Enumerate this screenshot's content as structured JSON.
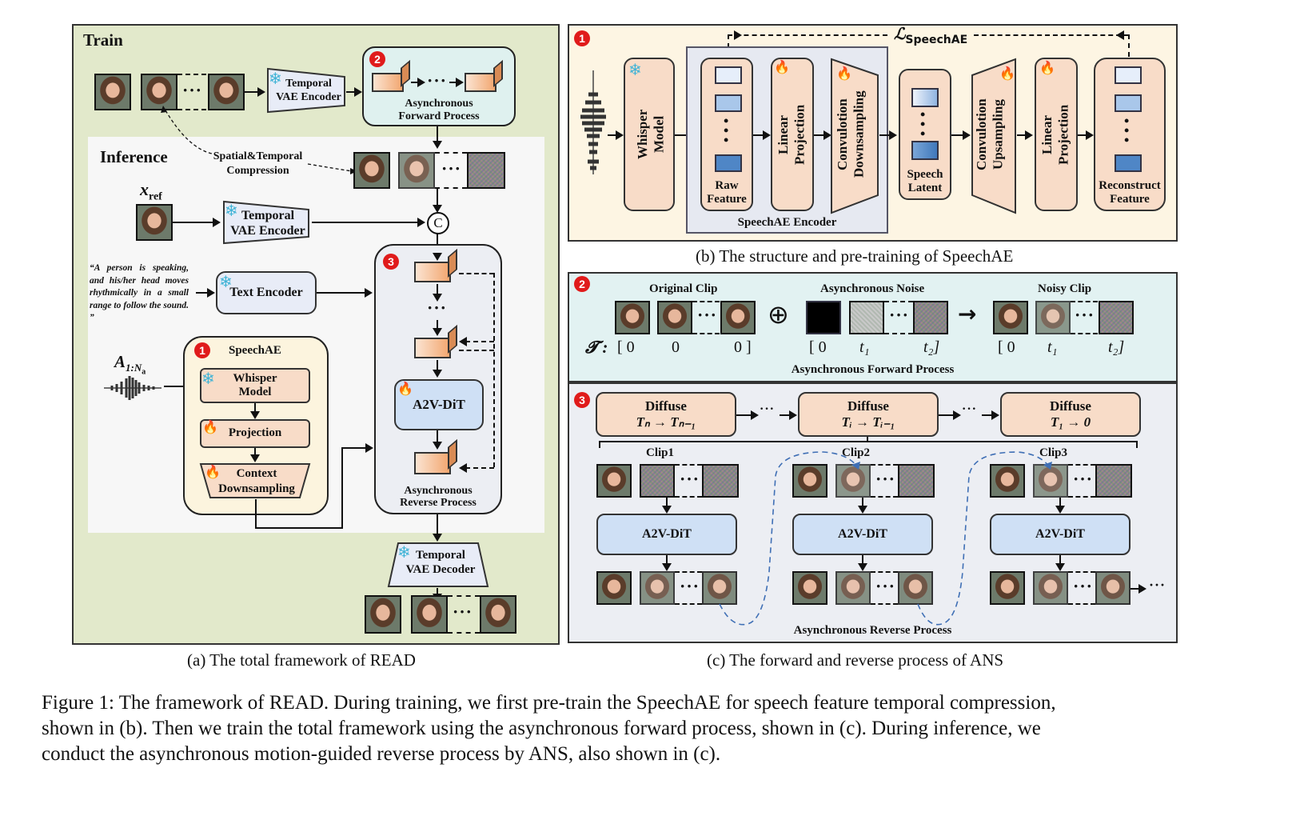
{
  "figure": {
    "caption_lines": [
      "Figure 1: The framework of READ. During training, we first pre-train the SpeechAE for speech feature temporal compression,",
      "shown in (b). Then we train the total framework using the asynchronous forward process, shown in (c). During inference, we",
      "conduct the asynchronous motion-guided reverse process by ANS, also shown in (c)."
    ]
  },
  "panel_a": {
    "caption": "(a) The total framework of READ",
    "train_label": "Train",
    "inference_label": "Inference",
    "temporal_vae_encoder_top": [
      "Temporal",
      "VAE Encoder"
    ],
    "async_forward": [
      "Asynchronous",
      "Forward Process"
    ],
    "async_forward_badge": "2",
    "compression_label": [
      "Spatial&Temporal",
      "Compression"
    ],
    "x_ref_label": "x",
    "x_ref_sub": "ref",
    "temporal_vae_encoder_ref": [
      "Temporal",
      "VAE Encoder"
    ],
    "concat_symbol": "C",
    "text_prompt": "“A person is speaking, and his/her head moves rhythmically in a small range to follow the sound. ”",
    "text_encoder": "Text Encoder",
    "audio_label": "A",
    "audio_sub": "1:N",
    "audio_subsub": "a",
    "speechae": {
      "badge": "1",
      "title": "SpeechAE",
      "whisper": [
        "Whisper",
        "Model"
      ],
      "projection": "Projection",
      "context_down": [
        "Context",
        "Downsampling"
      ]
    },
    "reverse": {
      "badge": "3",
      "dit": "A2V-DiT",
      "label": [
        "Asynchronous",
        "Reverse Process"
      ],
      "dots": "···"
    },
    "temporal_vae_decoder": [
      "Temporal",
      "VAE Decoder"
    ],
    "ellipsis": "···"
  },
  "panel_b": {
    "caption": "(b) The structure and pre-training of SpeechAE",
    "badge": "1",
    "loss_label": "ℒ",
    "loss_sub": "SpeechAE",
    "whisper": [
      "Whisper",
      "Model"
    ],
    "raw_feature": [
      "Raw",
      "Feature"
    ],
    "linear_projection_enc": [
      "Linear",
      "Projection"
    ],
    "conv_down": [
      "Convulotion",
      "Downsampling"
    ],
    "encoder_label": "SpeechAE Encoder",
    "speech_latent": [
      "Speech",
      "Latent"
    ],
    "conv_up": [
      "Convulotion",
      "Upsampling"
    ],
    "linear_projection_dec": [
      "Linear",
      "Projection"
    ],
    "reconstruct": [
      "Reconstruct",
      "Feature"
    ]
  },
  "panel_c": {
    "caption": "(c) The forward and reverse process of ANS",
    "forward": {
      "badge": "2",
      "original_clip": "Original Clip",
      "async_noise": "Asynchronous Noise",
      "noisy_clip": "Noisy Clip",
      "oplus": "⊕",
      "arrow": "→",
      "t_label": "𝓣 :",
      "t_original": [
        "[ 0",
        "0",
        "0 ]"
      ],
      "t_noise": [
        "[ 0",
        "t₁",
        "t₂]"
      ],
      "t_noisy": [
        "[ 0",
        "t₁",
        "t₂]"
      ],
      "label": "Asynchronous Forward Process"
    },
    "reverse": {
      "badge": "3",
      "diffuse_steps": [
        {
          "title": "Diffuse",
          "formula": "Tₙ → Tₙ₋₁"
        },
        {
          "title": "Diffuse",
          "formula": "Tᵢ → Tᵢ₋₁"
        },
        {
          "title": "Diffuse",
          "formula": "T₁ → 0"
        }
      ],
      "clips": [
        "Clip1",
        "Clip2",
        "Clip3"
      ],
      "dit": "A2V-DiT",
      "trailing": "···",
      "label": "Asynchronous Reverse Process"
    }
  },
  "colors": {
    "train_bg": "#e2e9cb",
    "inference_bg": "#f7f7f7",
    "panel_b_bg": "#fdf5e3",
    "encoder_bg": "#e6e9f1",
    "forward_bg": "#e2f2f2",
    "reverse_bg": "#eceef3",
    "peach": "#f8dcc8",
    "dit_blue": "#cfe0f5",
    "badge_red": "#e01b1b",
    "snow_blue": "#3fb3d6",
    "fire_red": "#e8333b"
  }
}
